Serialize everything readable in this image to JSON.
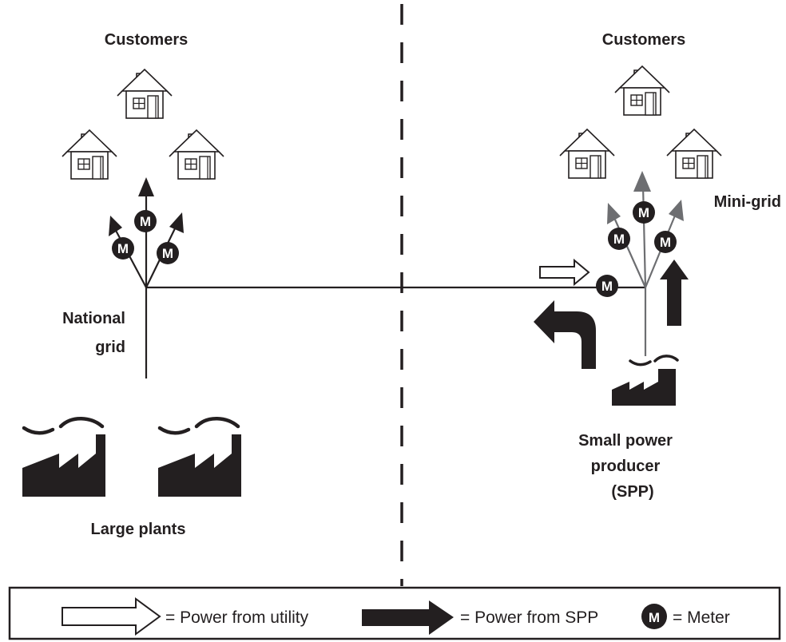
{
  "left": {
    "customers_label": "Customers",
    "grid_label_line1": "National",
    "grid_label_line2": "grid",
    "plants_label": "Large plants"
  },
  "right": {
    "customers_label": "Customers",
    "minigrid_label": "Mini-grid",
    "spp_label_line1": "Small power",
    "spp_label_line2": "producer",
    "spp_label_line3": "(SPP)"
  },
  "meter_letter": "M",
  "legend": {
    "utility_label": "= Power from utility",
    "spp_label": "= Power from SPP",
    "meter_label": "= Meter"
  },
  "colors": {
    "ink": "#231f20",
    "grey_arrow": "#6d6e71",
    "white": "#ffffff"
  }
}
